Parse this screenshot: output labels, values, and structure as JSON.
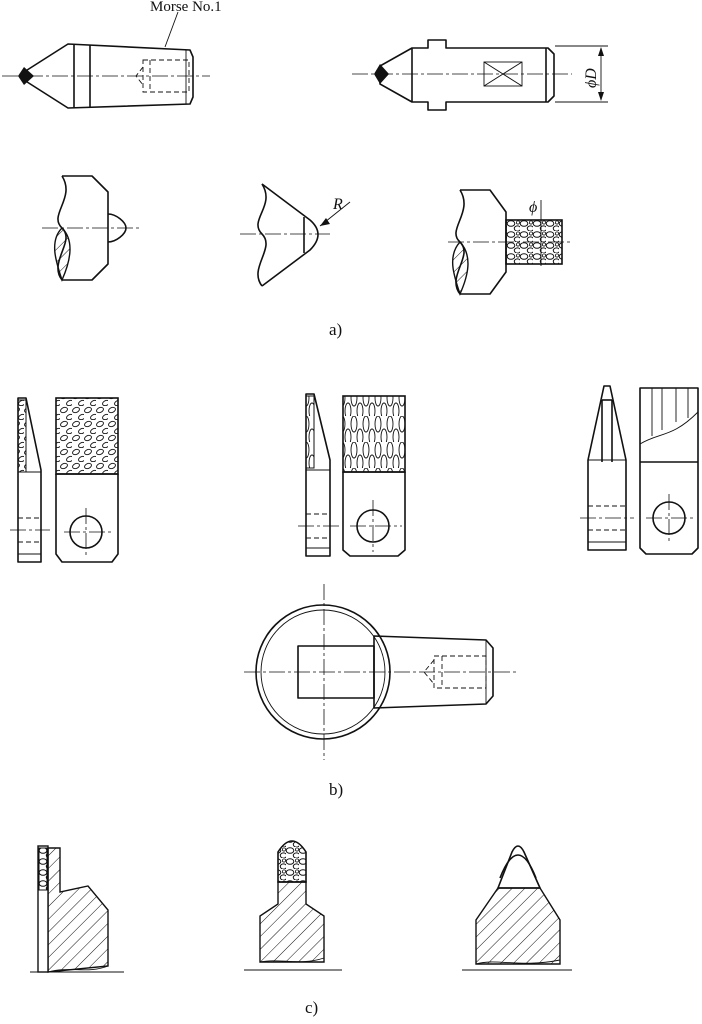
{
  "labels": {
    "morse": "Morse No.1",
    "diameter": "ϕD",
    "radius": "R",
    "phi": "ϕ",
    "part_a": "a)",
    "part_b": "b)",
    "part_c": "c)"
  }
}
